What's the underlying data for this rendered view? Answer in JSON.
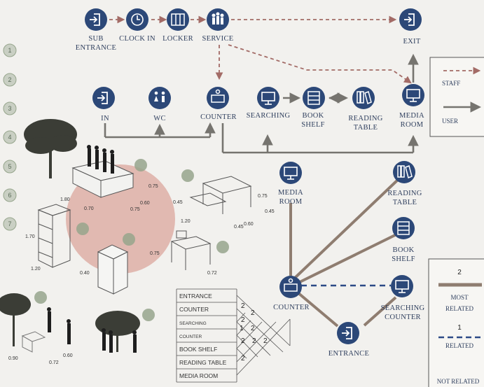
{
  "flow": {
    "sub_entrance": [
      "SUB",
      "ENTRANCE"
    ],
    "clock_in": "CLOCK IN",
    "locker": "LOCKER",
    "service": "SERVICE",
    "exit": "EXIT",
    "in": "IN",
    "wc": "WC",
    "counter": "COUNTER",
    "searching": "SEARCHING",
    "book_shelf": [
      "BOOK",
      "SHELF"
    ],
    "reading_table": [
      "READING",
      "TABLE"
    ],
    "media_room": [
      "MEDIA",
      "ROOM"
    ]
  },
  "legend_flow": {
    "staff": "STAFF",
    "user": "USER"
  },
  "zone_numbers": [
    "1",
    "2",
    "3",
    "4",
    "5",
    "6",
    "7"
  ],
  "furniture_dims": {
    "d075a": "0.75",
    "d180": "1.80",
    "d060a": "0.60",
    "d070": "0.70",
    "d075b": "0.75",
    "d045a": "0.45",
    "d075c": "0.75",
    "d120": "1.20",
    "d045b": "0.45",
    "d045c": "0.45",
    "d060b": "0.60",
    "d075d": "0.75",
    "d170": "1.70",
    "d120b": "1.20",
    "d040": "0.40",
    "d072": "0.72",
    "d090": "0.90",
    "d072b": "0.72",
    "d060c": "0.60"
  },
  "relation_graph": {
    "media_room": [
      "MEDIA",
      "ROOM"
    ],
    "reading_table": [
      "READING",
      "TABLE"
    ],
    "book_shelf": [
      "BOOK",
      "SHELF"
    ],
    "counter": "COUNTER",
    "searching_counter": [
      "SEARCHING",
      "COUNTER"
    ],
    "entrance": "ENTRANCE"
  },
  "relation_legend": {
    "most_value": "2",
    "most_label": [
      "MOST",
      "RELATED"
    ],
    "related_value": "1",
    "related_label": "RELATED",
    "not_related_label": "NOT RELATED"
  },
  "matrix": {
    "rows": [
      "ENTRANCE",
      "COUNTER",
      "SEARCHING",
      "COUNTER",
      "BOOK SHELF",
      "READING TABLE",
      "MEDIA ROOM"
    ],
    "values": [
      "2",
      "2",
      "2",
      "1",
      "2",
      "2",
      "2",
      "2",
      "2"
    ]
  },
  "colors": {
    "node_fill": "#2c4878",
    "solid_line": "#76746f",
    "staff_line": "#a36b66",
    "relation_brown": "#8f7d70",
    "relation_blue": "#2c4a86",
    "circle": "#d48b7f",
    "zone_marker": "#96a58c"
  },
  "icons": {
    "entrance": "door-arrow-icon",
    "clock": "clock-icon",
    "locker": "locker-icon",
    "service": "people-icon",
    "wc": "restroom-icon",
    "counter": "desk-icon",
    "searching": "monitor-icon",
    "book_shelf": "shelf-icon",
    "reading_table": "books-icon",
    "media_room": "monitor-icon"
  }
}
